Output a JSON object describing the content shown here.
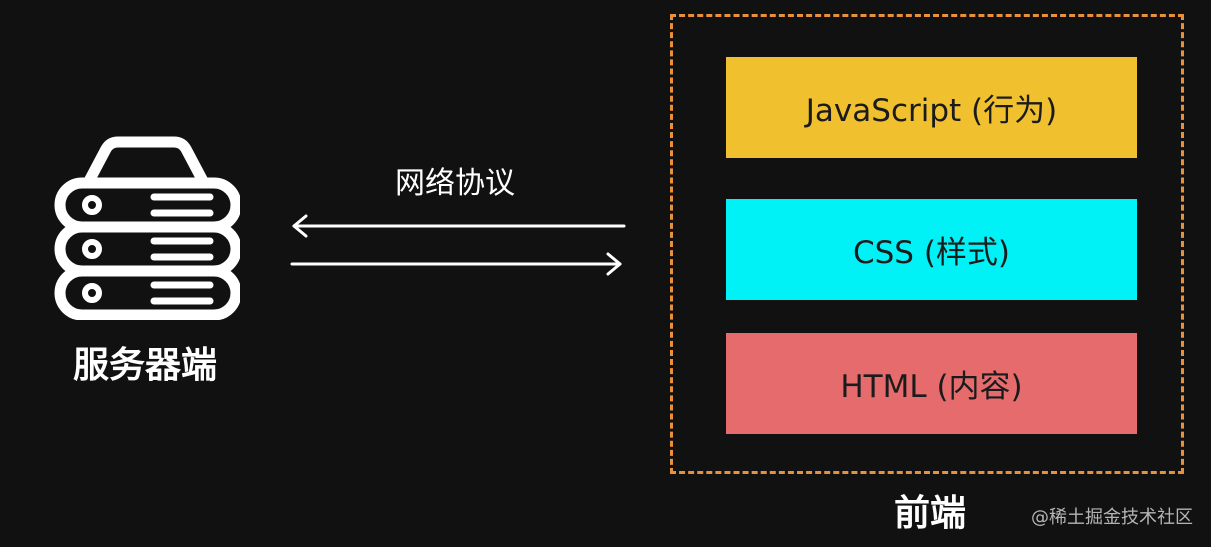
{
  "server": {
    "icon": "server-icon",
    "label": "服务器端"
  },
  "network": {
    "label": "网络协议"
  },
  "frontend": {
    "label": "前端",
    "frame_color": "#e8913a",
    "layers": [
      {
        "label": "JavaScript (行为)",
        "color": "#f0c02f"
      },
      {
        "label": "CSS (样式)",
        "color": "#00f2f7"
      },
      {
        "label": "HTML (内容)",
        "color": "#e66b6c"
      }
    ]
  },
  "watermark": "@稀土掘金技术社区"
}
